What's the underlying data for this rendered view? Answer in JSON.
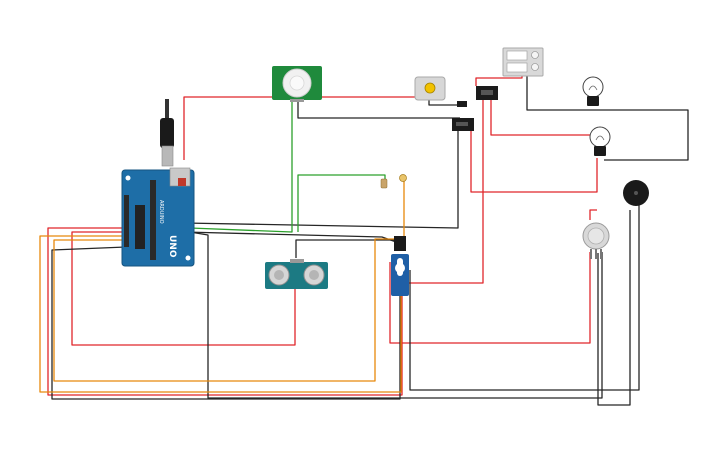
{
  "colors": {
    "red": "#e0262b",
    "black": "#262626",
    "orange": "#e8890c",
    "green": "#2ca02c",
    "board": "#1e6ea7",
    "pcb_green": "#1f8a3c",
    "sensor_teal": "#1c7a83"
  },
  "arduino": {
    "logo_text": "UNO",
    "brand_text": "ARDUINO"
  },
  "components": [
    {
      "name": "arduino-uno-board"
    },
    {
      "name": "pir-motion-sensor"
    },
    {
      "name": "ultrasonic-distance-sensor"
    },
    {
      "name": "dc-motor"
    },
    {
      "name": "relay-module"
    },
    {
      "name": "relay-spdt"
    },
    {
      "name": "power-supply-box"
    },
    {
      "name": "light-bulb-top"
    },
    {
      "name": "light-bulb-bottom"
    },
    {
      "name": "piezo-buzzer"
    },
    {
      "name": "potentiometer"
    },
    {
      "name": "micro-servo"
    },
    {
      "name": "photoresistor"
    },
    {
      "name": "transistor"
    }
  ]
}
